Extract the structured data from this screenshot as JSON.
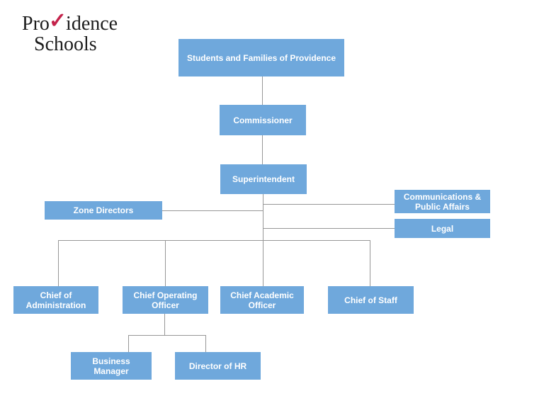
{
  "logo": {
    "word1_prefix": "Pro",
    "checkmark": "✓",
    "word1_suffix": "idence",
    "word2": "Schools"
  },
  "colors": {
    "node_fill": "#6fa8dc",
    "node_text": "#ffffff",
    "connector": "#979797",
    "logo_text": "#1c1c1c",
    "logo_check": "#c4234b"
  },
  "org_chart": {
    "nodes": [
      {
        "id": "students-families",
        "label": "Students and Families of Providence"
      },
      {
        "id": "commissioner",
        "label": "Commissioner"
      },
      {
        "id": "superintendent",
        "label": "Superintendent"
      },
      {
        "id": "zone-directors",
        "label": "Zone Directors"
      },
      {
        "id": "communications-public-affairs",
        "label": "Communications &\nPublic Affairs"
      },
      {
        "id": "legal",
        "label": "Legal"
      },
      {
        "id": "chief-of-administration",
        "label": "Chief of\nAdministration"
      },
      {
        "id": "chief-operating-officer",
        "label": "Chief Operating\nOfficer"
      },
      {
        "id": "chief-academic-officer",
        "label": "Chief Academic\nOfficer"
      },
      {
        "id": "chief-of-staff",
        "label": "Chief of Staff"
      },
      {
        "id": "business-manager",
        "label": "Business\nManager"
      },
      {
        "id": "director-of-hr",
        "label": "Director of HR"
      }
    ],
    "edges": [
      {
        "from": "students-families",
        "to": "commissioner"
      },
      {
        "from": "commissioner",
        "to": "superintendent"
      },
      {
        "from": "superintendent",
        "to": "zone-directors"
      },
      {
        "from": "superintendent",
        "to": "communications-public-affairs"
      },
      {
        "from": "superintendent",
        "to": "legal"
      },
      {
        "from": "superintendent",
        "to": "chief-of-administration"
      },
      {
        "from": "superintendent",
        "to": "chief-operating-officer"
      },
      {
        "from": "superintendent",
        "to": "chief-academic-officer"
      },
      {
        "from": "superintendent",
        "to": "chief-of-staff"
      },
      {
        "from": "chief-operating-officer",
        "to": "business-manager"
      },
      {
        "from": "chief-operating-officer",
        "to": "director-of-hr"
      }
    ]
  }
}
